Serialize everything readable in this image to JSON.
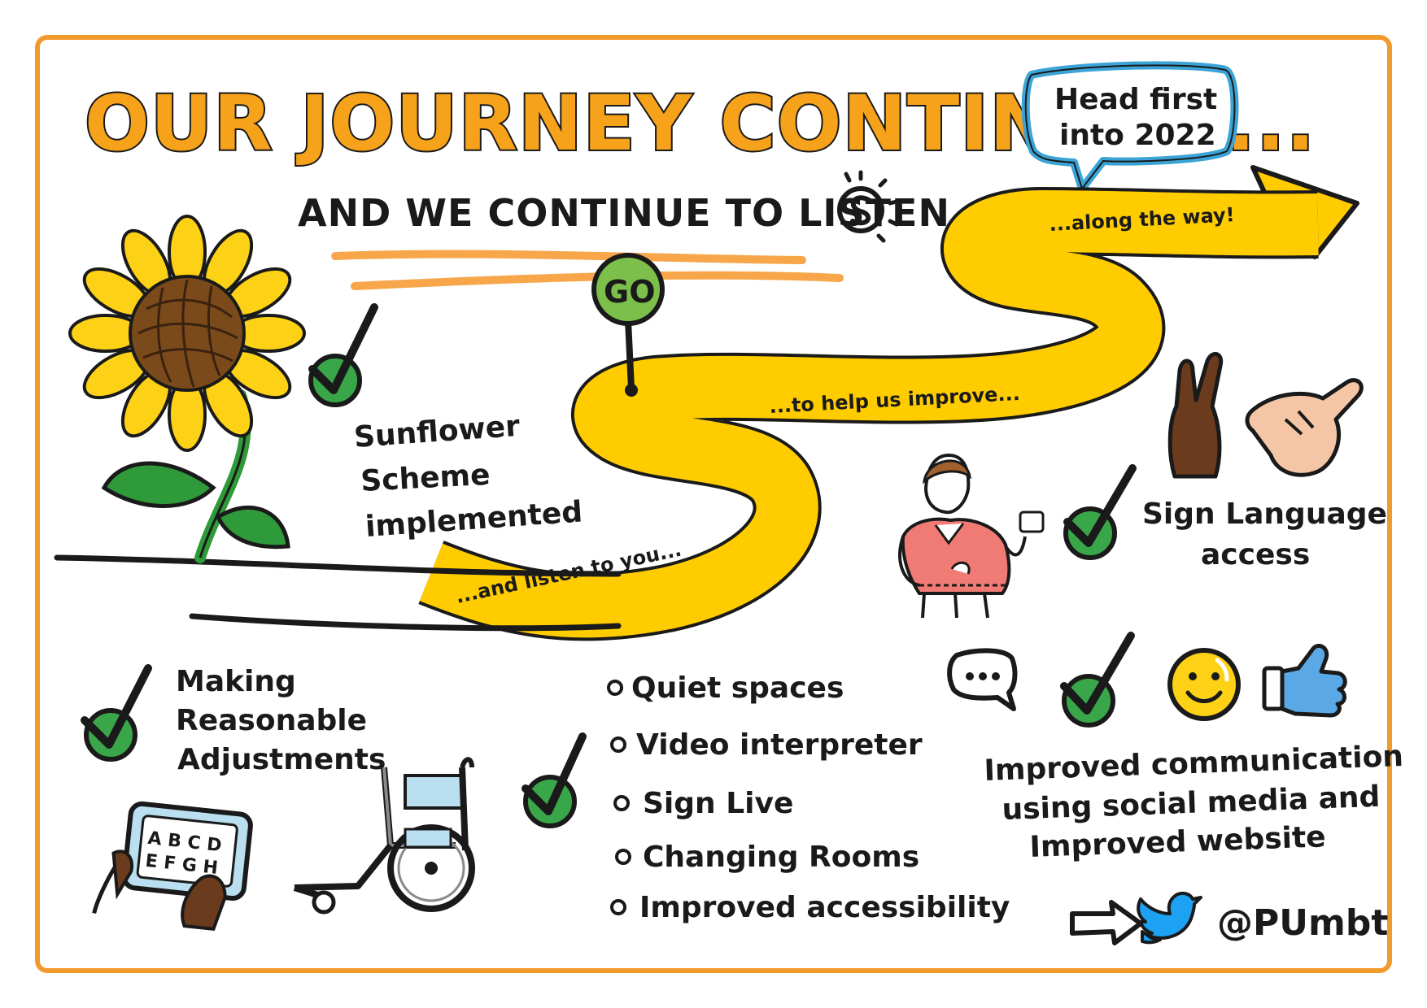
{
  "title": "OUR JOURNEY CONTINUES...",
  "subtitle": "AND WE CONTINUE TO LISTEN",
  "speech_bubble": {
    "line1": "Head first",
    "line2": "into 2022"
  },
  "road_captions": {
    "along": "...along the way!",
    "help": "...to help us improve...",
    "listen": "...and listen to you..."
  },
  "go_sign": "GO",
  "sunflower": {
    "line1": "Sunflower",
    "line2": "Scheme",
    "line3": "implemented"
  },
  "sign_language": {
    "line1": "Sign Language",
    "line2": "access"
  },
  "adjustments": {
    "line1": "Making",
    "line2": "Reasonable",
    "line3": "Adjustments"
  },
  "tablet_letters": {
    "row1": "A B C D",
    "row2": "E F G H"
  },
  "bullets": [
    "Quiet spaces",
    "Video interpreter",
    "Sign Live",
    "Changing Rooms",
    "Improved accessibility"
  ],
  "communication": {
    "line1": "Improved communication",
    "line2": "using social media and",
    "line3": "Improved website"
  },
  "twitter_handle": "@PUmbt",
  "colors": {
    "border": "#f29a2e",
    "title_fill": "#f7a21b",
    "road": "#ffcc00",
    "check_circle": "#3aa64a",
    "go_sign": "#7cc04b",
    "speech_bubble": "#3ba3d6",
    "twitter": "#1da1f2",
    "sunflower_petal": "#fcd116",
    "sunflower_center": "#7a4a1a",
    "leaf": "#2f9a3a"
  },
  "icons": [
    "sunflower-icon",
    "go-sign-icon",
    "check-icon",
    "sun-logo-icon",
    "hand-peace-icon",
    "hand-sign-icon",
    "person-icon",
    "tablet-icon",
    "wheelchair-icon",
    "chat-bubble-icon",
    "smiley-icon",
    "thumbs-up-icon",
    "arrow-right-icon",
    "twitter-bird-icon"
  ]
}
